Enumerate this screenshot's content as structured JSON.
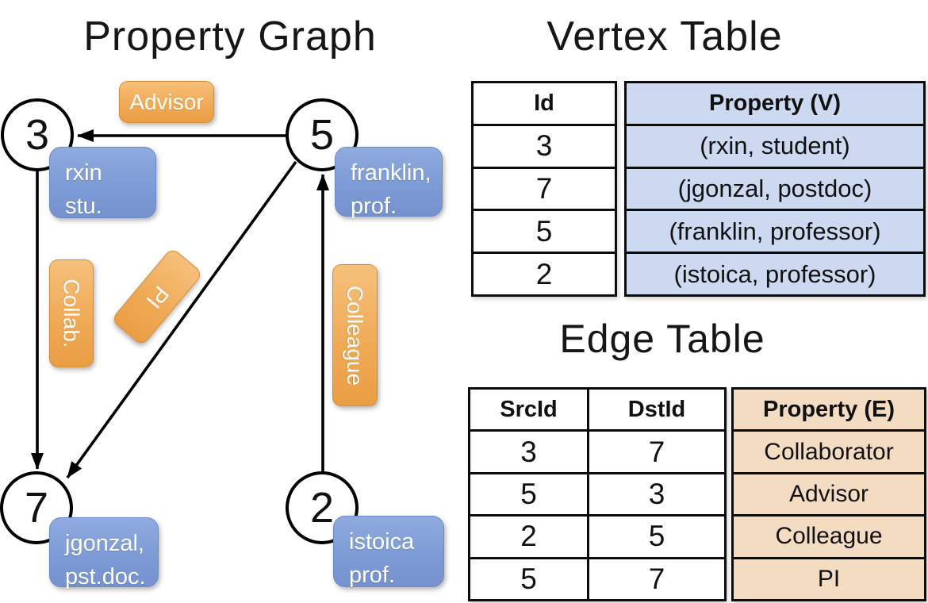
{
  "titles": {
    "graph": "Property Graph",
    "vertex_table": "Vertex Table",
    "edge_table": "Edge Table"
  },
  "graph": {
    "nodes": [
      {
        "id": "3",
        "label_line1": "rxin",
        "label_line2": "stu."
      },
      {
        "id": "5",
        "label_line1": "franklin,",
        "label_line2": "prof."
      },
      {
        "id": "7",
        "label_line1": "jgonzal,",
        "label_line2": "pst.doc."
      },
      {
        "id": "2",
        "label_line1": "istoica",
        "label_line2": "prof."
      }
    ],
    "edge_labels": {
      "advisor": "Advisor",
      "collab": "Collab.",
      "pi": "PI",
      "colleague": "Colleague"
    },
    "edges": [
      {
        "from": "5",
        "to": "3",
        "label": "Advisor"
      },
      {
        "from": "3",
        "to": "7",
        "label": "Collab."
      },
      {
        "from": "5",
        "to": "7",
        "label": "PI"
      },
      {
        "from": "2",
        "to": "5",
        "label": "Colleague"
      }
    ]
  },
  "vertex_table": {
    "headers": {
      "id": "Id",
      "property": "Property (V)"
    },
    "rows": [
      {
        "id": "3",
        "property": "(rxin, student)"
      },
      {
        "id": "7",
        "property": "(jgonzal, postdoc)"
      },
      {
        "id": "5",
        "property": "(franklin, professor)"
      },
      {
        "id": "2",
        "property": "(istoica, professor)"
      }
    ]
  },
  "edge_table": {
    "headers": {
      "src": "SrcId",
      "dst": "DstId",
      "property": "Property (E)"
    },
    "rows": [
      {
        "src": "3",
        "dst": "7",
        "property": "Collaborator"
      },
      {
        "src": "5",
        "dst": "3",
        "property": "Advisor"
      },
      {
        "src": "2",
        "dst": "5",
        "property": "Colleague"
      },
      {
        "src": "5",
        "dst": "7",
        "property": "PI"
      }
    ]
  },
  "colors": {
    "edge_label_orange": "#efa954",
    "node_label_blue": "#7d9bd5",
    "vertex_property_fill": "#ccd9f0",
    "edge_property_fill": "#f4dcc3",
    "line_black": "#000000"
  }
}
